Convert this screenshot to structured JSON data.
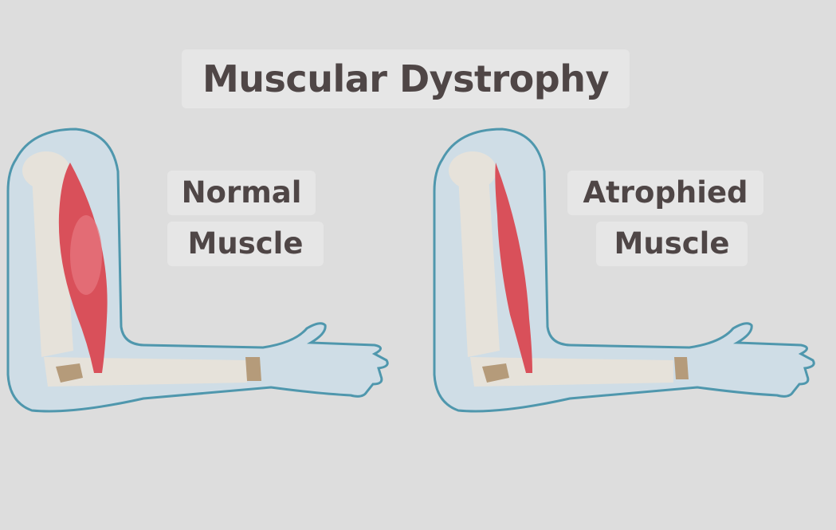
{
  "title": "Muscular Dystrophy",
  "panels": [
    {
      "line1": "Normal",
      "line2": "Muscle"
    },
    {
      "line1": "Atrophied",
      "line2": "Muscle"
    }
  ],
  "colors": {
    "background": "#dddddd",
    "skin_fill": "#cfdde6",
    "skin_outline": "#4f97ad",
    "bone": "#e6e2da",
    "joint": "#b59b7a",
    "muscle": "#d9505a",
    "text": "#4f4646"
  }
}
